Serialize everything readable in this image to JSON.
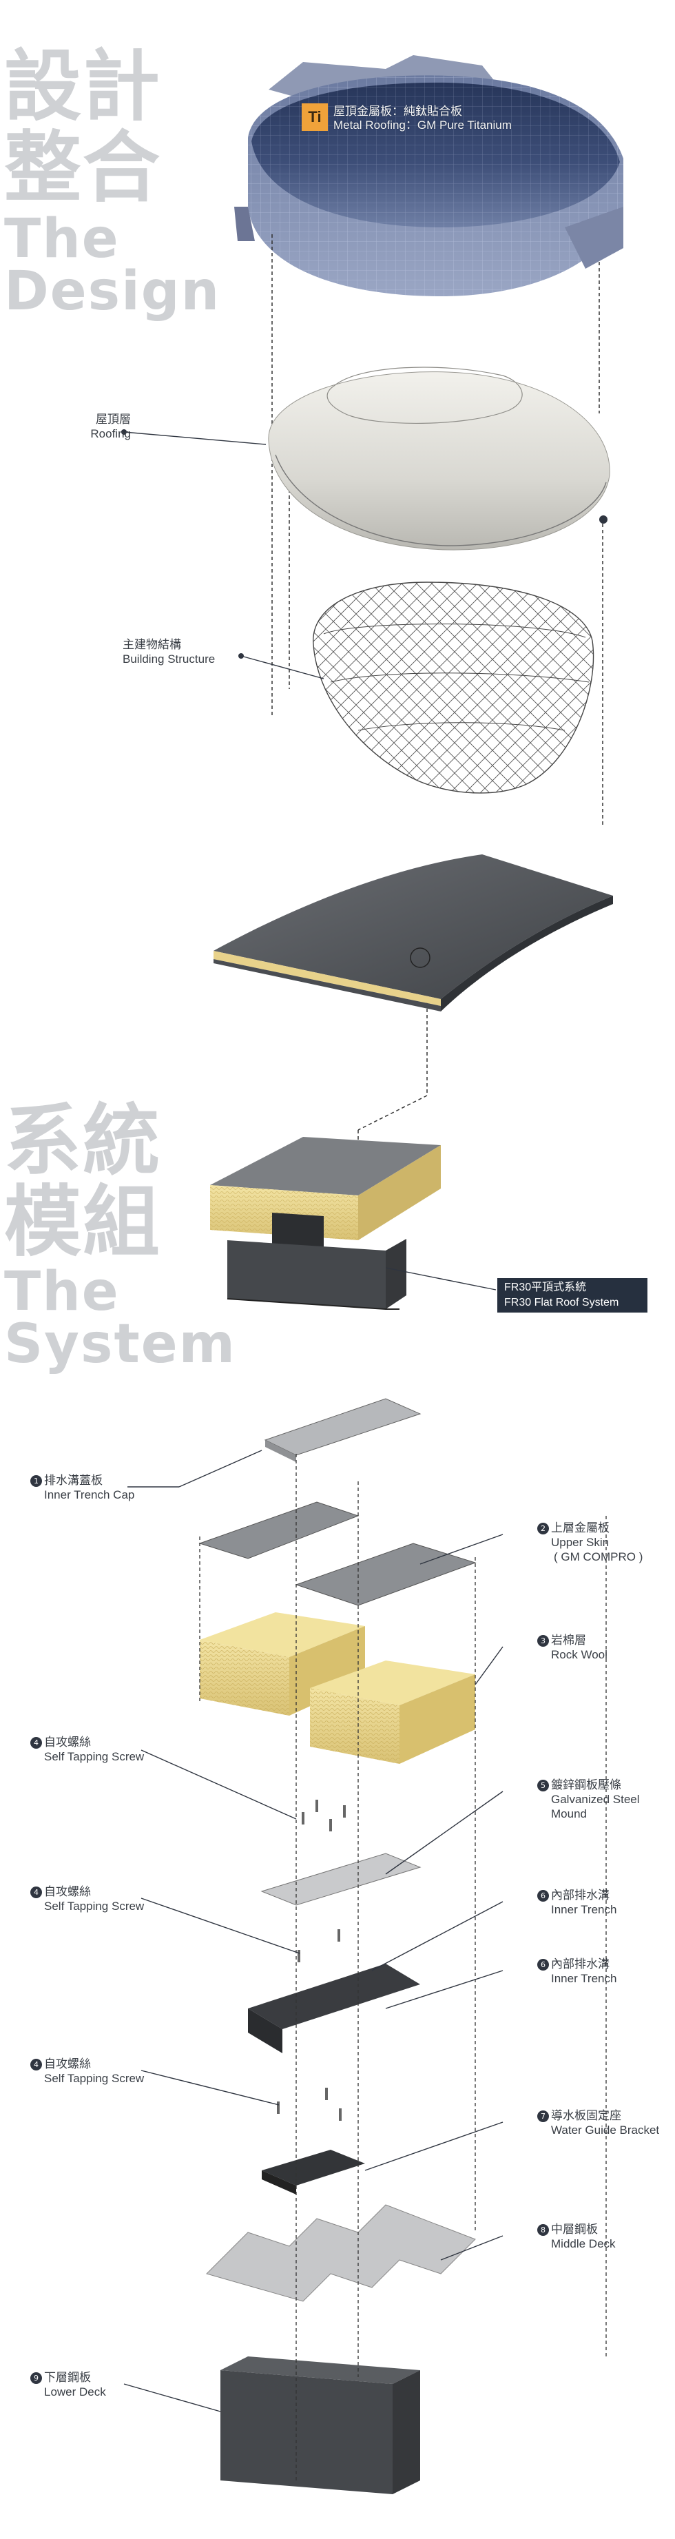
{
  "design": {
    "title_cn_line1": "設計",
    "title_cn_line2": "整合",
    "title_en_line1": "The",
    "title_en_line2": "Design"
  },
  "system": {
    "title_cn_line1": "系統",
    "title_cn_line2": "模組",
    "title_en_line1": "The",
    "title_en_line2": "System"
  },
  "titanium": {
    "badge": "Ti",
    "label_cn": "屋頂金屬板：純鈦貼合板",
    "label_en": "Metal Roofing：GM Pure Titanium"
  },
  "roofing": {
    "cn": "屋頂層",
    "en": "Roofing"
  },
  "structure": {
    "cn": "主建物結構",
    "en": "Building Structure"
  },
  "fr30": {
    "cn": "FR30平頂式系統",
    "en": "FR30 Flat Roof System"
  },
  "parts": [
    {
      "num": "1",
      "cn": "排水溝蓋板",
      "en": "Inner Trench Cap"
    },
    {
      "num": "2",
      "cn": "上層金屬板",
      "en": "Upper Skin",
      "en2": "( GM COMPRO )"
    },
    {
      "num": "3",
      "cn": "岩棉層",
      "en": "Rock Wool"
    },
    {
      "num": "4",
      "cn": "自攻螺絲",
      "en": "Self Tapping Screw"
    },
    {
      "num": "5",
      "cn": "鍍鋅鋼板壓條",
      "en": "Galvanized Steel",
      "en2": "Mound"
    },
    {
      "num": "6",
      "cn": "內部排水溝",
      "en": "Inner Trench"
    },
    {
      "num": "7",
      "cn": "導水板固定座",
      "en": "Water Guide Bracket"
    },
    {
      "num": "8",
      "cn": "中層鋼板",
      "en": "Middle Deck"
    },
    {
      "num": "9",
      "cn": "下層鋼板",
      "en": "Lower Deck"
    }
  ],
  "colors": {
    "badge": "#f0a23a",
    "label_box": "#26303f",
    "title_grey": "#cfd1d4"
  }
}
